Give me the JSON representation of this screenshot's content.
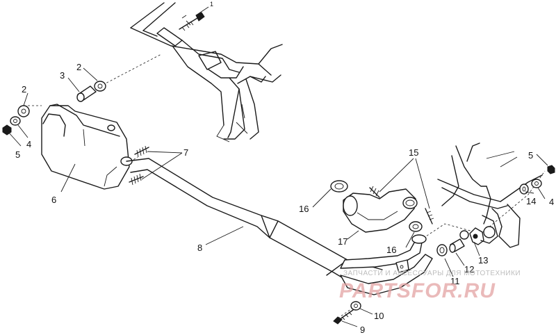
{
  "diagram": {
    "callouts": {
      "c1": "1",
      "c2a": "2",
      "c2b": "2",
      "c3": "3",
      "c4a": "4",
      "c4b": "4",
      "c5a": "5",
      "c5b": "5",
      "c6": "6",
      "c7": "7",
      "c8": "8",
      "c9": "9",
      "c10": "10",
      "c11": "11",
      "c12": "12",
      "c13": "13",
      "c14": "14",
      "c15": "15",
      "c16a": "16",
      "c16b": "16",
      "c17": "17"
    },
    "watermark": {
      "tagline": "ЗАПЧАСТИ И АКСЕССУАРЫ ДЛЯ МОТОТЕХНИКИ",
      "logo": "PARTSFOR.RU"
    }
  }
}
